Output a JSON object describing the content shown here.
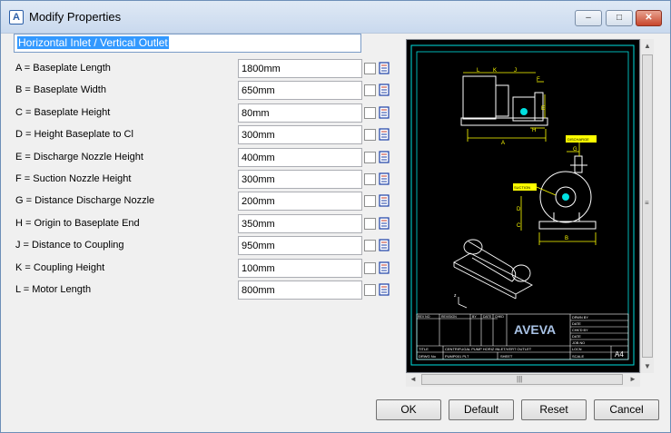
{
  "window": {
    "title": "Modify Properties",
    "app_icon_letter": "A",
    "minimize": "–",
    "maximize": "□",
    "close": "✕"
  },
  "name_field": {
    "value": "Horizontal Inlet / Vertical Outlet"
  },
  "properties": [
    {
      "label": "A = Baseplate Length",
      "value": "1800mm"
    },
    {
      "label": "B = Baseplate Width",
      "value": "650mm"
    },
    {
      "label": "C = Baseplate Height",
      "value": "80mm"
    },
    {
      "label": "D = Height Baseplate to Cl",
      "value": "300mm"
    },
    {
      "label": "E = Discharge Nozzle Height",
      "value": "400mm"
    },
    {
      "label": "F = Suction Nozzle Height",
      "value": "300mm"
    },
    {
      "label": "G = Distance Discharge Nozzle",
      "value": "200mm"
    },
    {
      "label": "H = Origin to Baseplate End",
      "value": "350mm"
    },
    {
      "label": "J = Distance to Coupling",
      "value": "950mm"
    },
    {
      "label": "K = Coupling Height",
      "value": "100mm"
    },
    {
      "label": "L = Motor Length",
      "value": "800mm"
    }
  ],
  "preview": {
    "dims": [
      "L",
      "K",
      "J",
      "F",
      "E",
      "H",
      "A",
      "G",
      "D",
      "C",
      "B"
    ],
    "nozzle_tags": [
      "DISCHARGE",
      "SUCTION"
    ],
    "title_block": {
      "logo": "AVEVA",
      "col_headers": [
        "REV NO",
        "REVISION",
        "BY",
        "DATE",
        "CHKD"
      ],
      "right_labels": [
        "DRWN BY",
        "DATE",
        "CHK'D BY",
        "DATE",
        "JOB NO",
        "LOCN"
      ],
      "title_label": "TITLE",
      "title_value": "CENTRIFUGAL PUMP HORIZ INLET/VERT OUTLET",
      "dwg_label": "DRWG No",
      "dwg_value": "PUMP001 PLT",
      "sheet_label": "SHEET",
      "scale_label": "SCALE",
      "size": "A4"
    }
  },
  "scrollbars": {
    "v_up": "▲",
    "v_down": "▼",
    "v_grip": "≡",
    "h_left": "◄",
    "h_right": "►",
    "h_grip": "|||"
  },
  "buttons": {
    "ok": "OK",
    "default": "Default",
    "reset": "Reset",
    "cancel": "Cancel"
  },
  "colors": {
    "accent": "#3399ff",
    "drawing_bg": "#000000",
    "frame": "#00e0e0",
    "dimension": "#ffff00",
    "equipment": "#ffffff"
  }
}
